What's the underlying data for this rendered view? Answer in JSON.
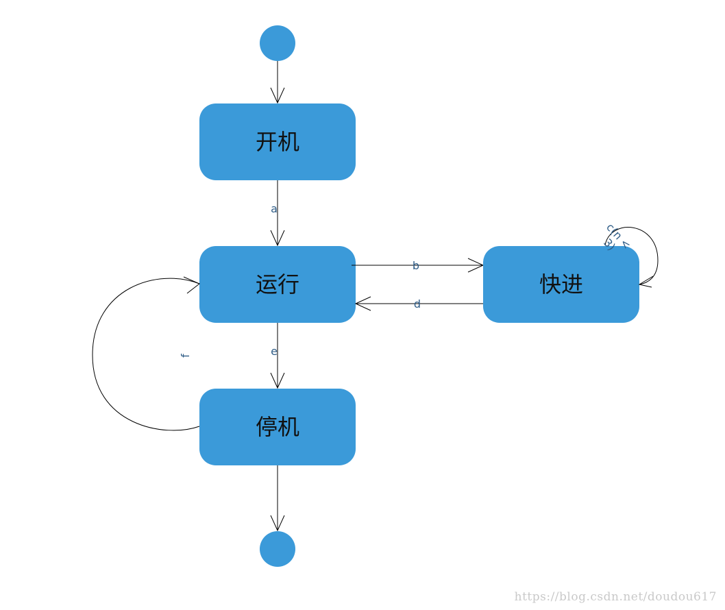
{
  "colors": {
    "node_fill": "#3b9ad9",
    "edge_stroke": "#000000",
    "edge_label": "#2f5d87",
    "watermark": "#c9c9c9"
  },
  "states": {
    "boot": "开机",
    "run": "运行",
    "fast_forward": "快进",
    "stop": "停机"
  },
  "transitions": {
    "a": "a",
    "b": "b",
    "c": "c(n <",
    "c_cont": "3)",
    "d": "d",
    "e": "e",
    "f": "f"
  },
  "watermark": "https://blog.csdn.net/doudou617"
}
